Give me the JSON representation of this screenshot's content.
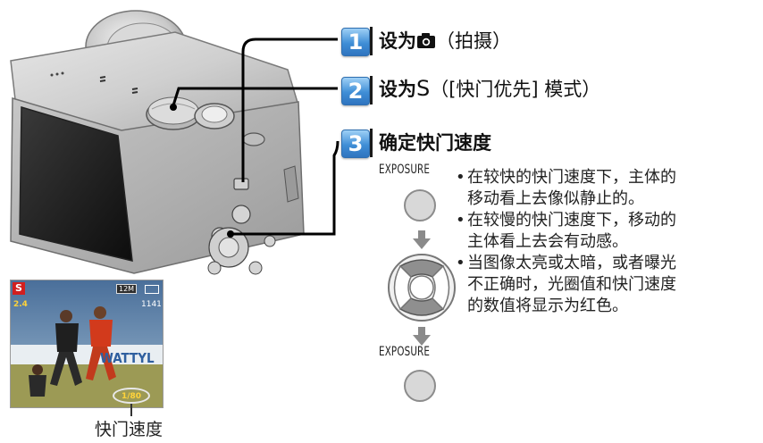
{
  "steps": [
    {
      "number": "1",
      "title": "设为",
      "icon": "camera-icon",
      "suffix": "（拍摄）"
    },
    {
      "number": "2",
      "title": "设为",
      "mode_letter": "S",
      "suffix": "（[快门优先] 模式）"
    },
    {
      "number": "3",
      "title": "确定快门速度"
    }
  ],
  "exposure_label_top": "EXPOSURE",
  "exposure_label_bottom": "EXPOSURE",
  "bullets": [
    "在较快的快门速度下，主体的移动看上去像似静止的。",
    "在较慢的快门速度下，移动的主体看上去会有动感。",
    "当图像太亮或太暗，或者曝光不正确时，光圈值和快门速度的数值将显示为红色。"
  ],
  "bullet_lines": [
    [
      "在较快的快门速度下，主体的",
      "移动看上去像似静止的。"
    ],
    [
      "在较慢的快门速度下，移动的",
      "主体看上去会有动感。"
    ],
    [
      "当图像太亮或太暗，或者曝光",
      "不正确时，光圈值和快门速度",
      "的数值将显示为红色。"
    ]
  ],
  "caption": "快门速度",
  "screen": {
    "mode_badge": "S",
    "shutter_value": "1/80",
    "resolution_badge": "12M",
    "shots_remaining": "1141",
    "aperture": "2.4",
    "banner_text": "WATTYL"
  },
  "colors": {
    "badge_blue": "#3f8ed6",
    "mode_badge_red": "#d21f1f",
    "arrow_gray": "#8a8a8a"
  }
}
